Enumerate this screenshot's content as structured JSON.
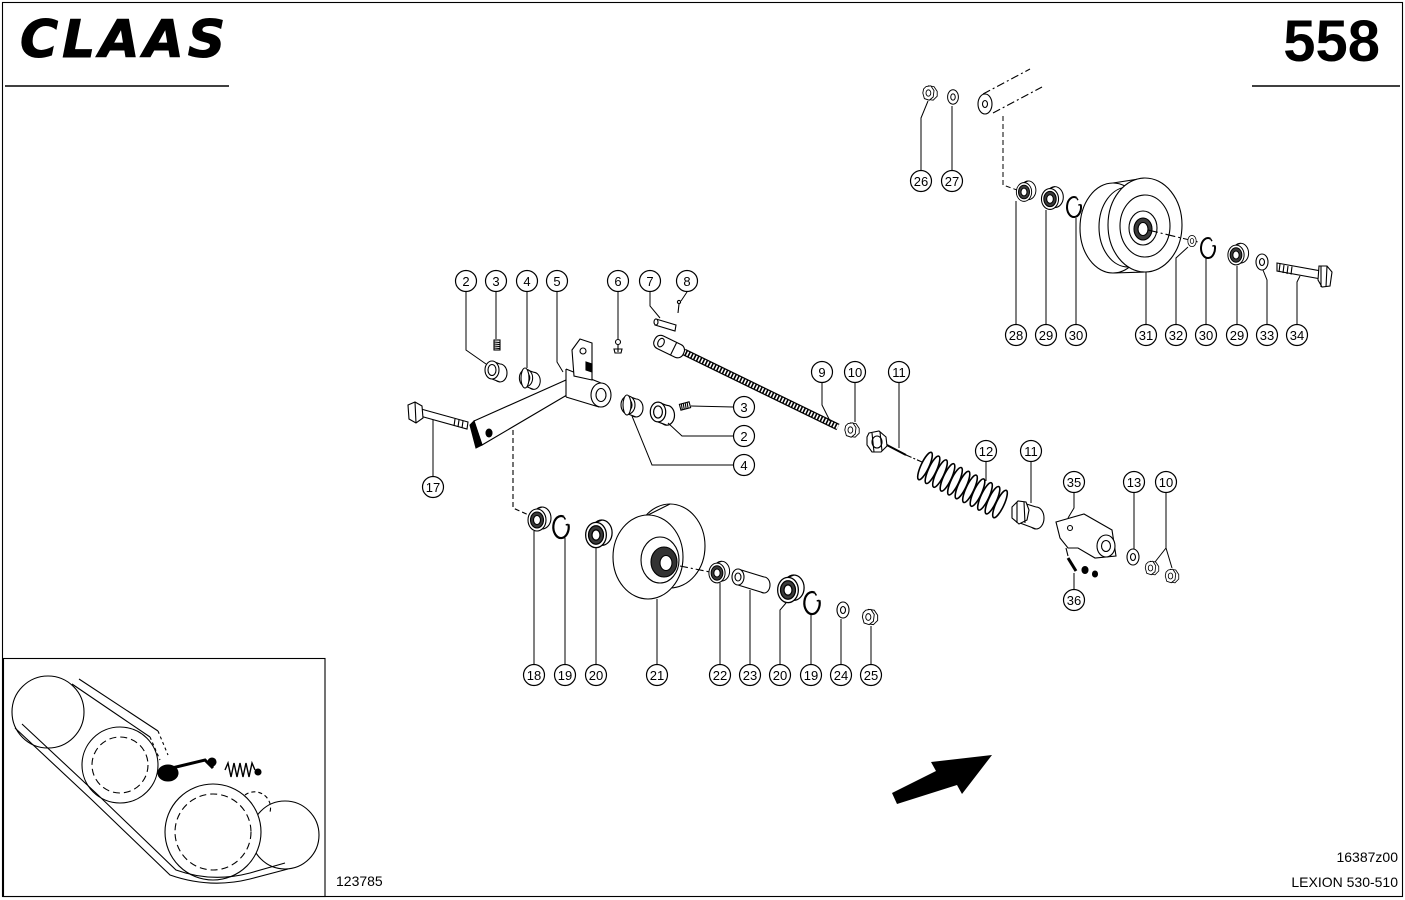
{
  "header": {
    "brand": "CLAAS",
    "page_number": "558"
  },
  "callouts": [
    "26",
    "27",
    "28",
    "29",
    "30",
    "31",
    "32",
    "30",
    "29",
    "33",
    "34",
    "2",
    "3",
    "4",
    "5",
    "6",
    "7",
    "8",
    "9",
    "10",
    "11",
    "3",
    "2",
    "4",
    "17",
    "12",
    "11",
    "35",
    "13",
    "10",
    "36",
    "18",
    "19",
    "20",
    "21",
    "22",
    "23",
    "20",
    "19",
    "24",
    "25"
  ],
  "footer": {
    "drawing_number": "123785",
    "figure_code": "16387z00",
    "model": "LEXION 530-510"
  },
  "colors": {
    "ink": "#000000",
    "background": "#ffffff"
  },
  "icons": {
    "direction_arrow": "arrow-up-right-icon"
  }
}
